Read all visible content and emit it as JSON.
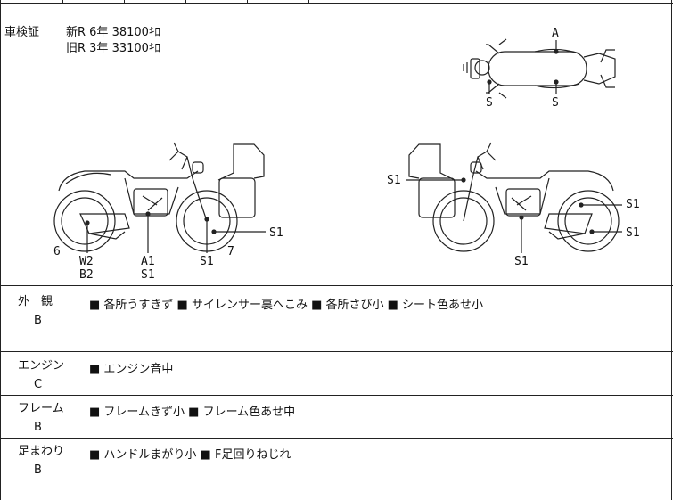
{
  "inspection": {
    "label": "車検証",
    "new_line": "新R 6年 38100ｷﾛ",
    "old_line": "旧R 3年 33100ｷﾛ"
  },
  "diagram_labels": {
    "top_a": "A",
    "top_s1": "S",
    "top_s2": "S",
    "left_6": "6",
    "left_w2": "W2",
    "left_b2": "B2",
    "left_a1": "A1",
    "left_s1a": "S1",
    "left_s1b": "S1",
    "left_7": "7",
    "left_s1c": "S1",
    "right_s1_left": "S1",
    "right_s1_top": "S1",
    "right_s1_mid": "S1",
    "right_s1_bottom": "S1"
  },
  "sections": [
    {
      "name": "外　観",
      "grade": "B",
      "remarks": "■ 各所うすきず ■ サイレンサー裏へこみ ■ 各所さび小 ■ シート色あせ小"
    },
    {
      "name": "エンジン",
      "grade": "C",
      "remarks": "■ エンジン音中"
    },
    {
      "name": "フレーム",
      "grade": "B",
      "remarks": "■ フレームきず小 ■ フレーム色あせ中"
    },
    {
      "name": "足まわり",
      "grade": "B",
      "remarks": "■ ハンドルまがり小 ■ F足回りねじれ"
    }
  ]
}
